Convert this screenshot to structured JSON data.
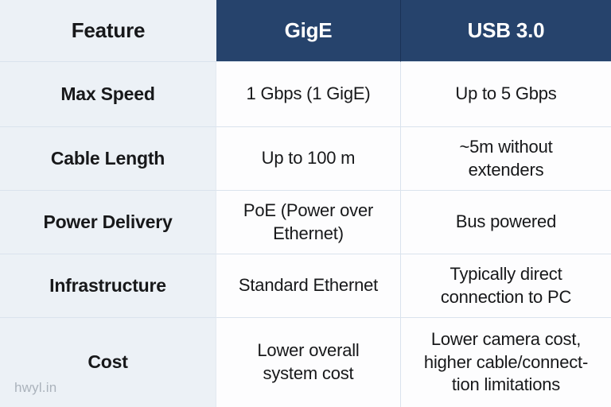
{
  "table": {
    "header": {
      "feature": "Feature",
      "gige": "GigE",
      "usb": "USB 3.0"
    },
    "rows": [
      {
        "feature": "Max Speed",
        "gige": "1 Gbps (1 GigE)",
        "usb": "Up to 5 Gbps"
      },
      {
        "feature": "Cable Length",
        "gige": "Up to 100 m",
        "usb": "~5m without\nextenders"
      },
      {
        "feature": "Power Delivery",
        "gige": "PoE (Power over\nEthernet)",
        "usb": "Bus powered"
      },
      {
        "feature": "Infrastructure",
        "gige": "Standard Ethernet",
        "usb": "Typically direct\nconnection to PC"
      },
      {
        "feature": "Cost",
        "gige": "Lower overall\nsystem cost",
        "usb": "Lower camera cost,\nhigher cable/connect-\ntion limitations"
      }
    ]
  },
  "chart_data": {
    "type": "table",
    "title": "GigE vs USB 3.0 comparison",
    "columns": [
      "Feature",
      "GigE",
      "USB 3.0"
    ],
    "rows": [
      [
        "Max Speed",
        "1 Gbps (1 GigE)",
        "Up to 5 Gbps"
      ],
      [
        "Cable Length",
        "Up to 100 m",
        "~5m without extenders"
      ],
      [
        "Power Delivery",
        "PoE (Power over Ethernet)",
        "Bus powered"
      ],
      [
        "Infrastructure",
        "Standard Ethernet",
        "Typically direct connection to PC"
      ],
      [
        "Cost",
        "Lower overall system cost",
        "Lower camera cost, higher cable/connection limitations"
      ]
    ]
  },
  "watermark": "hwyl.in",
  "colors": {
    "navy": "#26436C",
    "navy-sep": "#1B3356",
    "feat-bg": "#ECF1F6",
    "cell-bg": "#FDFDFE",
    "divider": "#DAE3ED",
    "text": "#17181A",
    "watermark": "#ABB3BC"
  }
}
